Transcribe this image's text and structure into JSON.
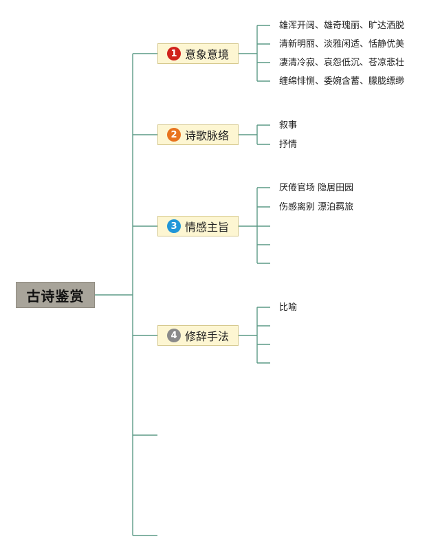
{
  "root": {
    "label": "古诗鉴赏"
  },
  "line_color": "#5b9a86",
  "branches": [
    {
      "number": "1",
      "label": "意象意境",
      "badge_color": "#d0221c",
      "leaves": [
        "雄浑开阔、雄奇瑰丽、旷达洒脱",
        "清新明丽、淡雅闲适、恬静优美",
        "凄清冷寂、哀怨低沉、苍凉悲壮",
        "缠绵悱恻、委婉含蓄、朦胧缥缈"
      ]
    },
    {
      "number": "2",
      "label": "诗歌脉络",
      "badge_color": "#e8731e",
      "leaves": [
        "叙事",
        "抒情"
      ]
    },
    {
      "number": "3",
      "label": "情感主旨",
      "badge_color": "#2196d8",
      "leaves": [
        "厌倦官场 隐居田园",
        "伤感离别 漂泊羁旅",
        "",
        "",
        ""
      ]
    },
    {
      "number": "4",
      "label": "修辞手法",
      "badge_color": "#8a8a8a",
      "leaves": [
        "比喻",
        "",
        "",
        ""
      ]
    },
    {
      "number": "",
      "label": "",
      "badge_color": "",
      "leaves": []
    },
    {
      "number": "",
      "label": "",
      "badge_color": "",
      "leaves": []
    }
  ]
}
